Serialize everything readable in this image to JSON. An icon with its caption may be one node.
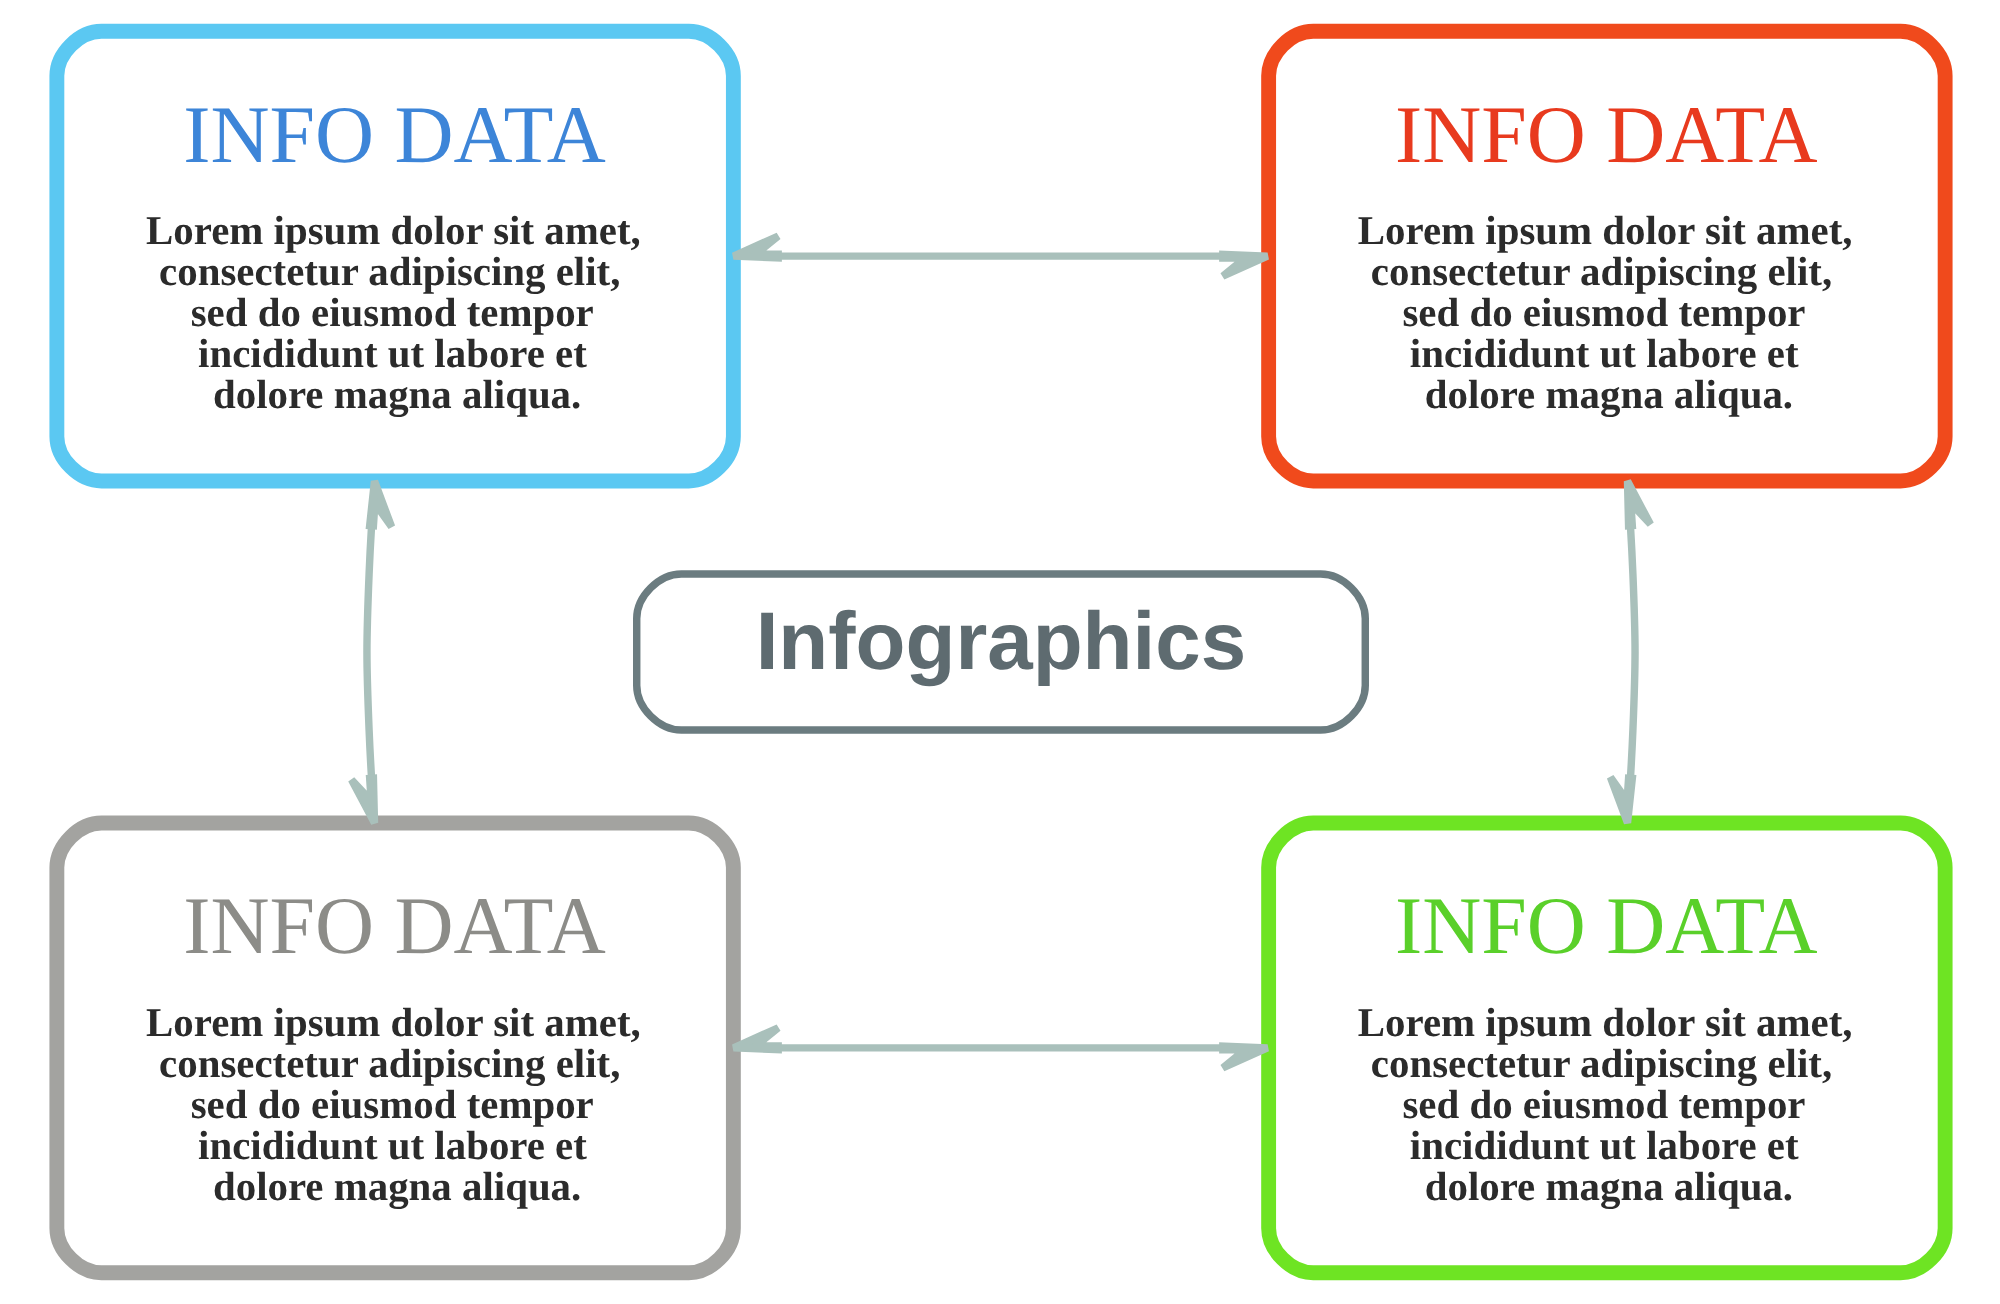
{
  "diagram": {
    "nodes": [
      {
        "text": [
          "INFO DATA",
          "Lorem ipsum dolor sit amet, consectetur adipiscing elit, sed do eiusmod tempor incididunt ut labore et dolore magna aliqua."
        ]
      },
      {
        "text": [
          "INFO DATA",
          "Lorem ipsum dolor sit amet, consectetur adipiscing elit, sed do eiusmod tempor incididunt ut labore et dolore magna aliqua."
        ]
      },
      {
        "text": [
          "Infographics"
        ]
      },
      {
        "text": [
          "INFO DATA",
          "Lorem ipsum dolor sit amet, consectetur adipiscing elit, sed do eiusmod tempor incididunt ut labore et dolore magna aliqua."
        ]
      },
      {
        "text": [
          "INFO DATA",
          "Lorem ipsum dolor sit amet, consectetur adipiscing elit, sed do eiusmod tempor incididunt ut labore et dolore magna aliqua."
        ]
      }
    ],
    "edges": [
      {
        "from": 0,
        "to": 1,
        "arrow": "both"
      },
      {
        "from": 1,
        "to": 4,
        "arrow": "both"
      },
      {
        "from": 3,
        "to": 4,
        "arrow": "both"
      },
      {
        "from": 0,
        "to": 3,
        "arrow": "both"
      }
    ]
  }
}
